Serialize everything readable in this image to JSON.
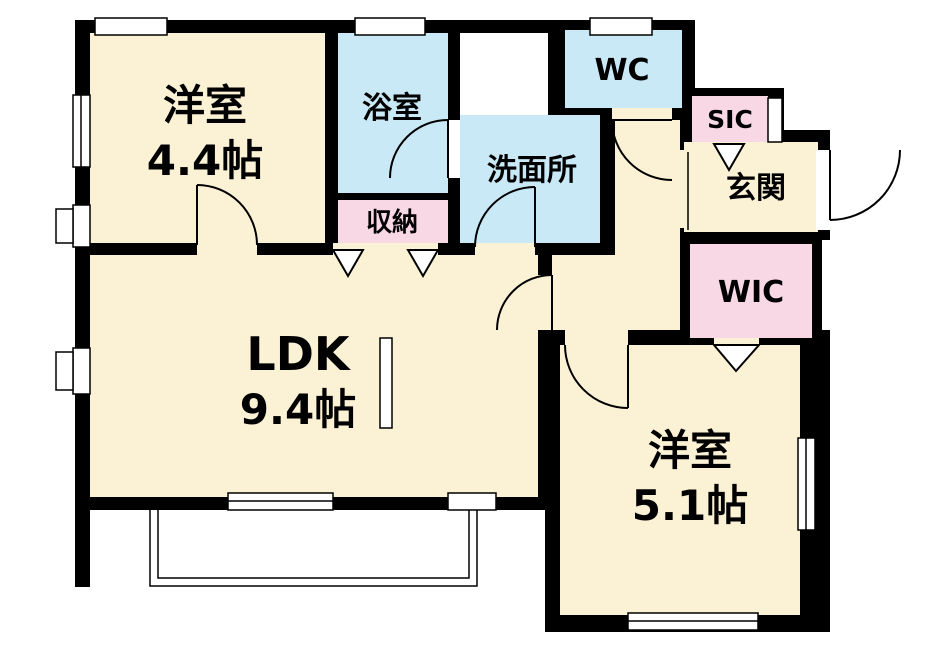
{
  "plan": {
    "colors": {
      "room_fill": "#FBF2D5",
      "wet_fill": "#C9E9F7",
      "closet_fill": "#F9D8E6",
      "wall": "#000000",
      "background": "#FFFFFF"
    },
    "rooms": {
      "bedroom1": {
        "label": "洋室",
        "size": "4.4帖"
      },
      "bath": {
        "label": "浴室"
      },
      "washroom": {
        "label": "洗面所"
      },
      "wc": {
        "label": "WC"
      },
      "sic": {
        "label": "SIC"
      },
      "entrance": {
        "label": "玄関"
      },
      "storage": {
        "label": "収納"
      },
      "wic": {
        "label": "WIC"
      },
      "ldk": {
        "label": "LDK",
        "size": "9.4帖"
      },
      "bedroom2": {
        "label": "洋室",
        "size": "5.1帖"
      }
    }
  }
}
